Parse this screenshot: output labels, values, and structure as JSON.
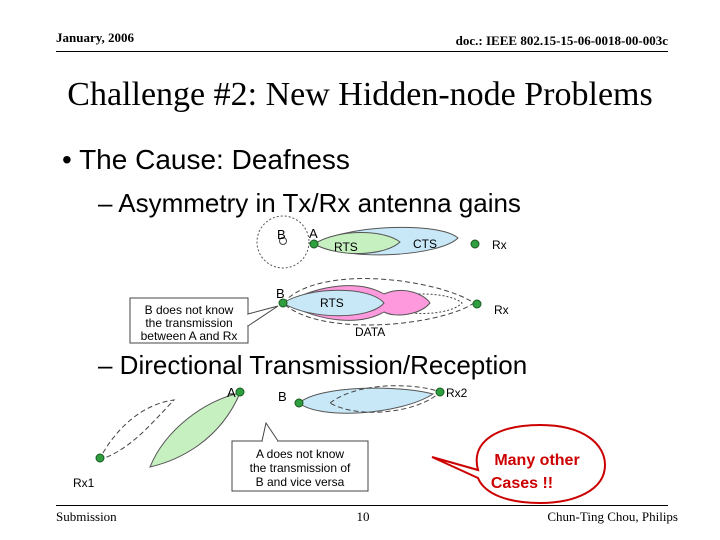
{
  "header": {
    "date": "January, 2006",
    "doc_id": "doc.: IEEE 802.15-15-06-0018-00-003c"
  },
  "title": "Challenge #2: New Hidden-node Problems",
  "bullets": {
    "main": "• The Cause: Deafness",
    "sub1": "– Asymmetry in Tx/Rx antenna gains",
    "sub2": "– Directional Transmission/Reception"
  },
  "diagram1": {
    "label_b": "B",
    "label_a": "A",
    "rts": "RTS",
    "cts": "CTS",
    "rx": "Rx"
  },
  "diagram2": {
    "label_b": "B",
    "rts": "RTS",
    "rx": "Rx",
    "data": "DATA",
    "note_lines": [
      "B does not know",
      "the transmission",
      "between A and Rx"
    ]
  },
  "diagram3": {
    "label_a": "A",
    "label_b": "B",
    "rx1": "Rx1",
    "rx2": "Rx2",
    "note_lines": [
      "A does not know",
      "the transmission of",
      "B and vice versa"
    ],
    "callout_lines": [
      "Many other",
      "Cases !!"
    ]
  },
  "colors": {
    "node": "#2e9e3e",
    "lobe_green": "#c6f0c0",
    "lobe_blue": "#c8e8f8",
    "lobe_pink": "#ff99dd",
    "callout_text": "#cc0000",
    "callout_border": "#cc0000"
  },
  "footer": {
    "left": "Submission",
    "page": "10",
    "right": "Chun-Ting Chou, Philips"
  }
}
